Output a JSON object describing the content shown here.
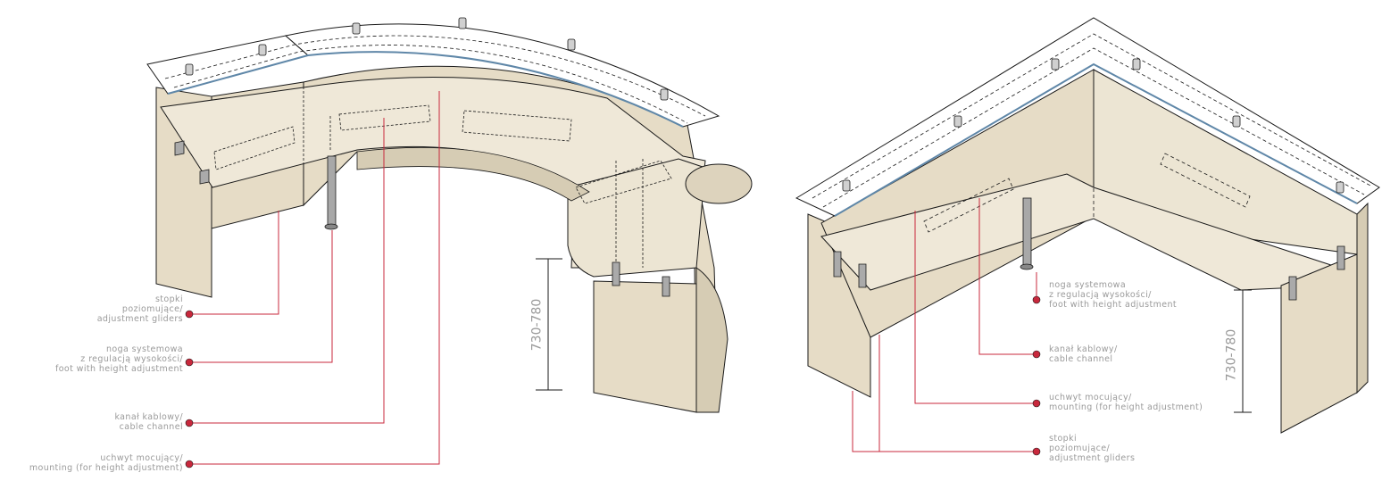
{
  "colors": {
    "desk_top": "#efe8d8",
    "desk_face": "#e6dcc6",
    "desk_side": "#d6ccb4",
    "glass": "#ffffff",
    "glass_edge": "#5f87a8",
    "leader": "#c8283c",
    "label_text": "#9a9a9a",
    "outline": "#1a1a1a",
    "leg": "#9a9a9a"
  },
  "left_desk": {
    "dimension": "730-780",
    "labels": {
      "gliders": [
        "stopki",
        "poziomujące/",
        "adjustment gliders"
      ],
      "leg": [
        "noga systemowa",
        "z regulacją wysokości/",
        "foot with height adjustment"
      ],
      "cable": [
        "kanał kablowy/",
        "cable channel"
      ],
      "mount": [
        "uchwyt mocujący/",
        "mounting (for height adjustment)"
      ]
    }
  },
  "right_desk": {
    "dimension": "730-780",
    "labels": {
      "leg": [
        "noga systemowa",
        "z regulacją wysokości/",
        "foot with height adjustment"
      ],
      "cable": [
        "kanał kablowy/",
        "cable channel"
      ],
      "mount": [
        "uchwyt mocujący/",
        "mounting (for height adjustment)"
      ],
      "gliders": [
        "stopki",
        "poziomujące/",
        "adjustment gliders"
      ]
    }
  }
}
